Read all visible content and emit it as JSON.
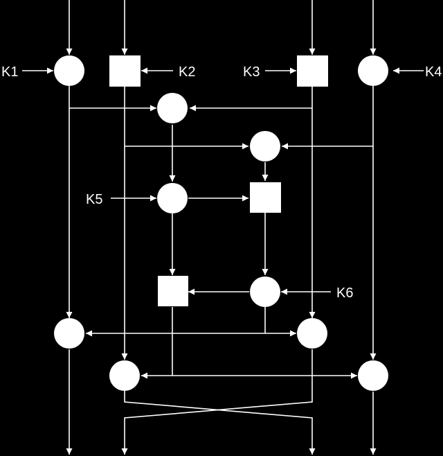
{
  "diagram": {
    "background": "#000000",
    "foreground": "#ffffff",
    "key_labels": {
      "k1": "K1",
      "k2": "K2",
      "k3": "K3",
      "k4": "K4",
      "k5": "K5",
      "k6": "K6"
    },
    "node_shapes": [
      "circle",
      "square"
    ]
  }
}
